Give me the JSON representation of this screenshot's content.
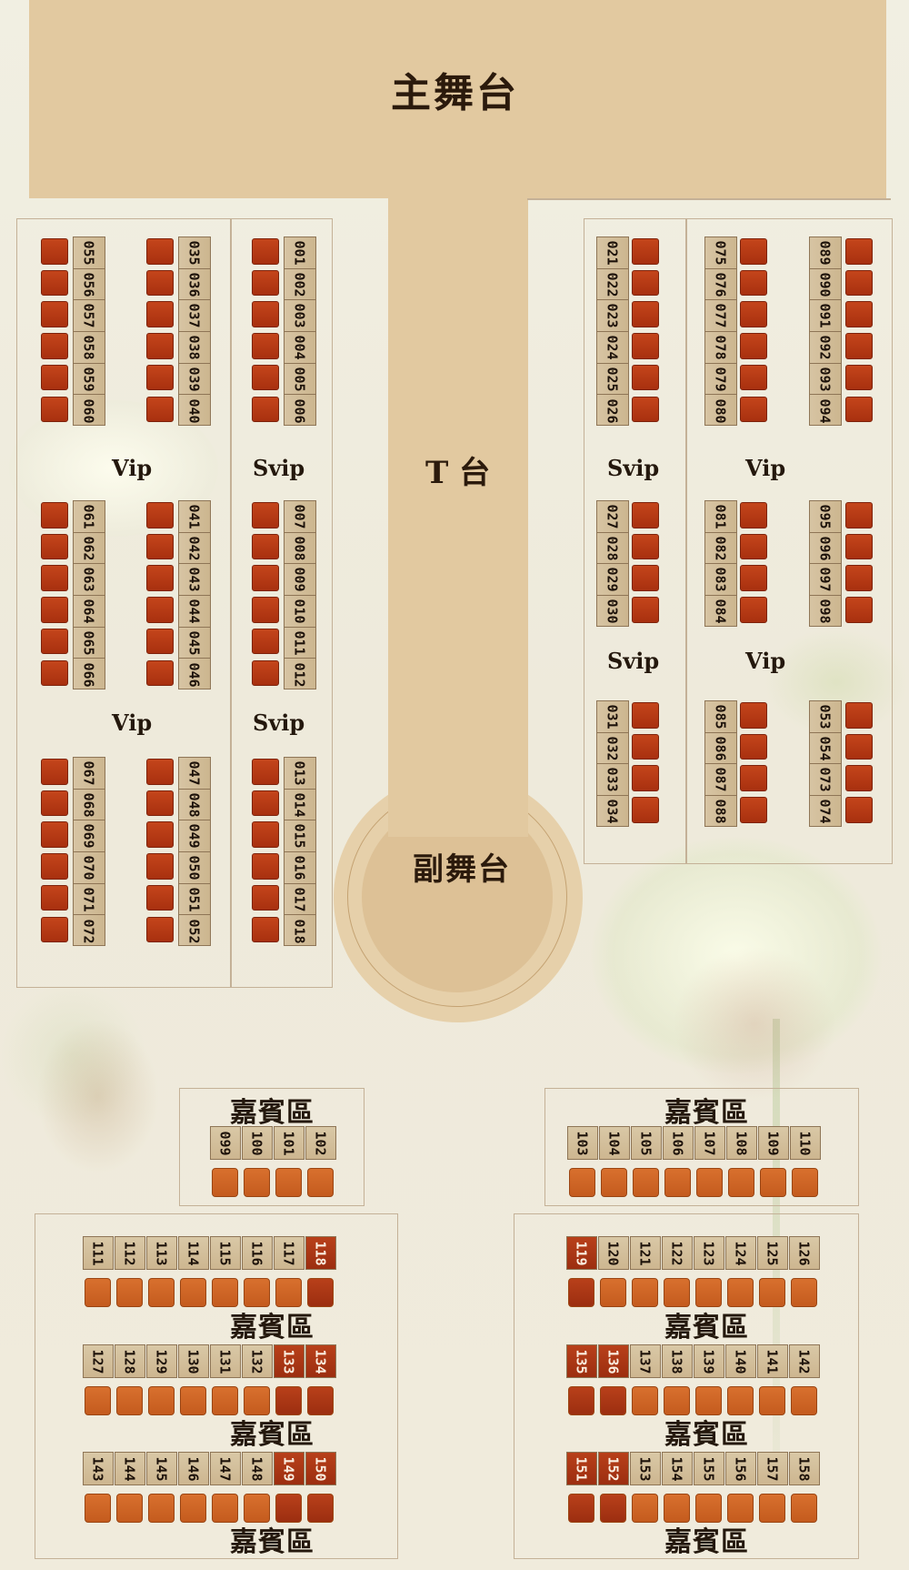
{
  "stages": {
    "main": "主舞台",
    "t": "T 台",
    "sub": "副舞台"
  },
  "zone_labels": {
    "vip": "Vip",
    "svip": "Svip",
    "guest": "嘉賓區"
  },
  "left_vip_col1": [
    [
      "055",
      "056",
      "057",
      "058",
      "059",
      "060"
    ],
    [
      "061",
      "062",
      "063",
      "064",
      "065",
      "066"
    ],
    [
      "067",
      "068",
      "069",
      "070",
      "071",
      "072"
    ]
  ],
  "left_vip_col2": [
    [
      "035",
      "036",
      "037",
      "038",
      "039",
      "040"
    ],
    [
      "041",
      "042",
      "043",
      "044",
      "045",
      "046"
    ],
    [
      "047",
      "048",
      "049",
      "050",
      "051",
      "052"
    ]
  ],
  "left_svip_col": [
    [
      "001",
      "002",
      "003",
      "004",
      "005",
      "006"
    ],
    [
      "007",
      "008",
      "009",
      "010",
      "011",
      "012"
    ],
    [
      "013",
      "014",
      "015",
      "016",
      "017",
      "018"
    ]
  ],
  "right_svip_col": [
    [
      "021",
      "022",
      "023",
      "024",
      "025",
      "026"
    ],
    [
      "027",
      "028",
      "029",
      "030"
    ],
    [
      "031",
      "032",
      "033",
      "034"
    ]
  ],
  "right_vip_col1": [
    [
      "075",
      "076",
      "077",
      "078",
      "079",
      "080"
    ],
    [
      "081",
      "082",
      "083",
      "084"
    ],
    [
      "085",
      "086",
      "087",
      "088"
    ]
  ],
  "right_vip_col2": [
    [
      "089",
      "090",
      "091",
      "092",
      "093",
      "094"
    ],
    [
      "095",
      "096",
      "097",
      "098"
    ],
    [
      "053",
      "054",
      "073",
      "074"
    ]
  ],
  "guest_top_left": [
    "099",
    "100",
    "101",
    "102"
  ],
  "guest_top_right": [
    "103",
    "104",
    "105",
    "106",
    "107",
    "108",
    "109",
    "110"
  ],
  "guest_left_rows": [
    [
      "111",
      "112",
      "113",
      "114",
      "115",
      "116",
      "117",
      "118"
    ],
    [
      "127",
      "128",
      "129",
      "130",
      "131",
      "132",
      "133",
      "134"
    ],
    [
      "143",
      "144",
      "145",
      "146",
      "147",
      "148",
      "149",
      "150"
    ]
  ],
  "guest_right_rows": [
    [
      "119",
      "120",
      "121",
      "122",
      "123",
      "124",
      "125",
      "126"
    ],
    [
      "135",
      "136",
      "137",
      "138",
      "139",
      "140",
      "141",
      "142"
    ],
    [
      "151",
      "152",
      "153",
      "154",
      "155",
      "156",
      "157",
      "158"
    ]
  ],
  "sold_seats": [
    "118",
    "119",
    "133",
    "134",
    "135",
    "136",
    "149",
    "150",
    "151",
    "152"
  ],
  "colors": {
    "stage": "#e2c9a0",
    "seat_red": "#b03a14",
    "seat_orange": "#d0662a",
    "label_tile": "#d3bf9b"
  }
}
